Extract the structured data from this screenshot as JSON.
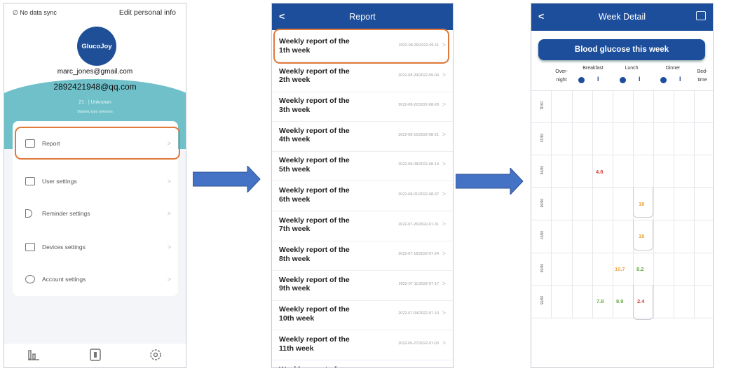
{
  "screen1": {
    "sync_status": "No data sync",
    "edit_link": "Edit personal info",
    "logo_text": "GlucoJoy",
    "email1": "marc_jones@gmail.com",
    "email2": "2892421948@qq.com",
    "meta_line": "21 ∙  |  Unknown",
    "meta_line2": "Diabetic type unknown",
    "menu": [
      {
        "label": "Report"
      },
      {
        "label": "User settings"
      },
      {
        "label": "Reminder settings"
      },
      {
        "label": "Devices settings"
      },
      {
        "label": "Account settings"
      }
    ],
    "nav_icons": [
      "chart-icon",
      "device-icon",
      "settings-icon"
    ]
  },
  "screen2": {
    "back": "<",
    "title": "Report",
    "reports": [
      {
        "title": "Weekly report of the 1th week",
        "date": "2022-08-29/2022-09-11"
      },
      {
        "title": "Weekly report of the 2th week",
        "date": "2022-08-29/2022-09-04"
      },
      {
        "title": "Weekly report of the 3th week",
        "date": "2022-08-22/2022-08-28"
      },
      {
        "title": "Weekly report of the 4th week",
        "date": "2022-08-15/2022-08-21"
      },
      {
        "title": "Weekly report of the 5th week",
        "date": "2022-08-08/2022-08-14"
      },
      {
        "title": "Weekly report of the 6th week",
        "date": "2022-08-01/2022-08-07"
      },
      {
        "title": "Weekly report of the 7th week",
        "date": "2022-07-25/2022-07-31"
      },
      {
        "title": "Weekly report of the 8th week",
        "date": "2022-07-18/2022-07-24"
      },
      {
        "title": "Weekly report of the 9th week",
        "date": "2022-07-11/2022-07-17"
      },
      {
        "title": "Weekly report of the 10th week",
        "date": "2022-07-04/2022-07-10"
      },
      {
        "title": "Weekly report of the 11th week",
        "date": "2022-06-27/2022-07-03"
      },
      {
        "title": "Weekly report of",
        "date": ""
      }
    ]
  },
  "screen3": {
    "back": "<",
    "title": "Week Detail",
    "banner": "Blood glucose this week",
    "columns": {
      "overnight": "Over-night",
      "breakfast": "Breakfast",
      "lunch": "Lunch",
      "dinner": "Dinner",
      "bedtime": "Bed-time"
    },
    "dates": [
      "09/11",
      "09/10",
      "09/09",
      "09/08",
      "09/07",
      "09/06",
      "09/05"
    ],
    "values": [
      {
        "text": "4.8",
        "color": "#d8433b"
      },
      {
        "text": "18",
        "color": "#eea23a"
      },
      {
        "text": "18",
        "color": "#eea23a"
      },
      {
        "text": "10.7",
        "color": "#eea23a"
      },
      {
        "text": "8.2",
        "color": "#67a83f"
      },
      {
        "text": "7.8",
        "color": "#67a83f"
      },
      {
        "text": "8.9",
        "color": "#67a83f"
      },
      {
        "text": "2.4",
        "color": "#d8433b"
      }
    ]
  }
}
